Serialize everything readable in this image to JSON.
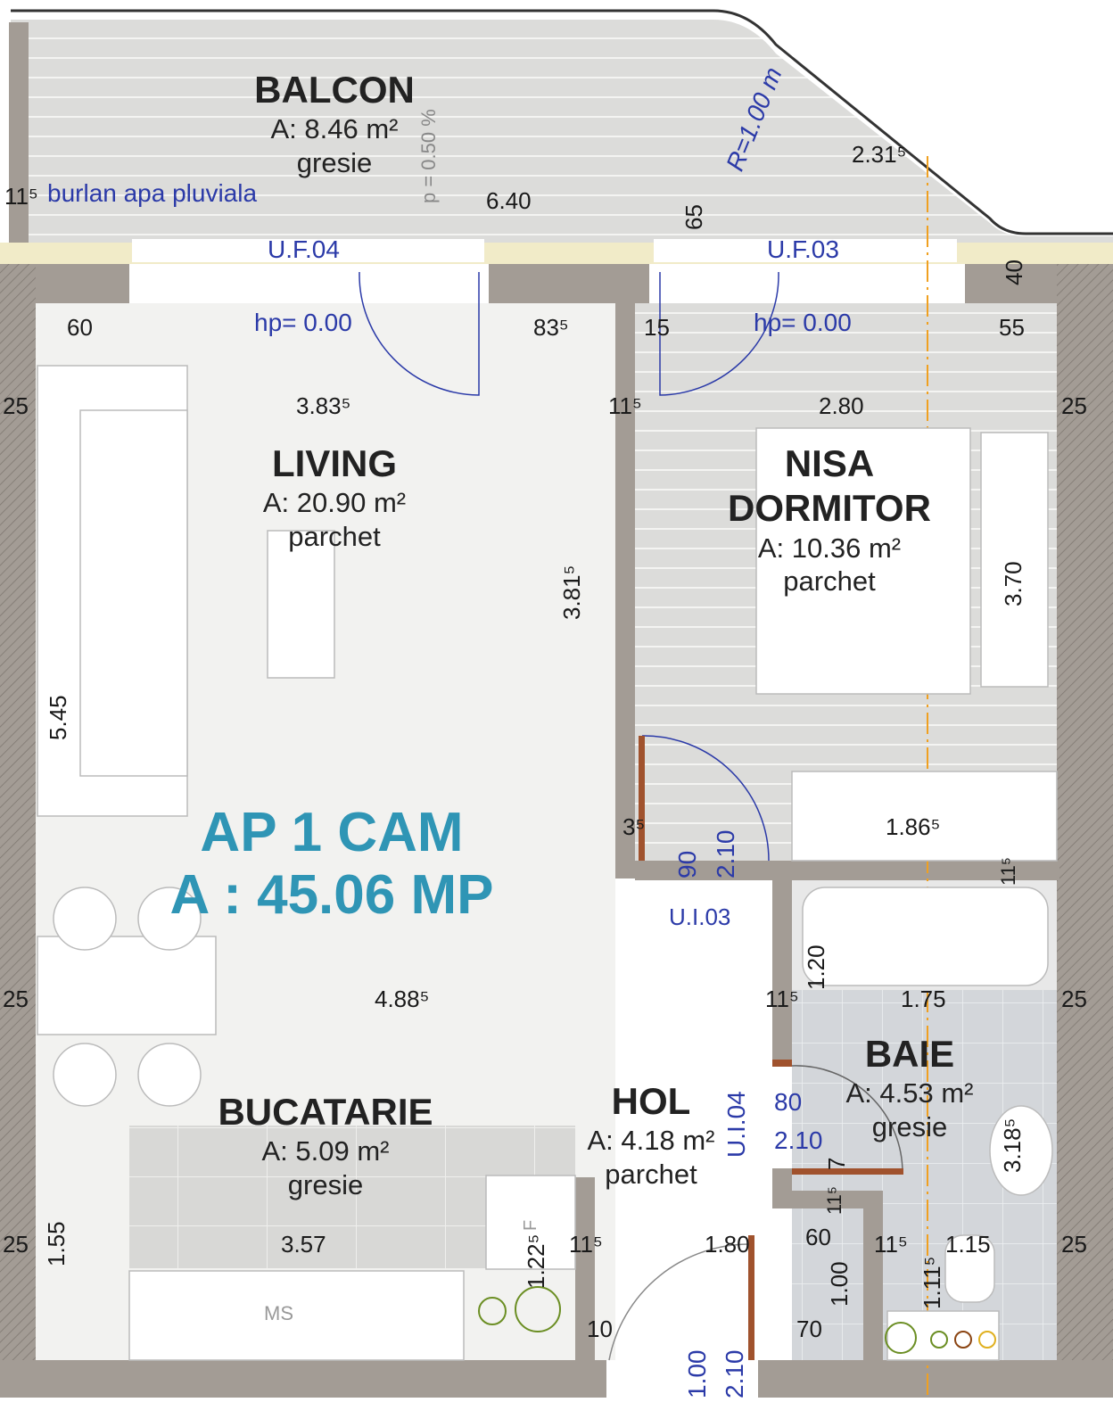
{
  "title": {
    "line1": "AP 1 CAM",
    "line2": "A : 45.06 MP"
  },
  "colors": {
    "wall": "#a39c95",
    "accent": "#2f95b5",
    "label_blue": "#2b3aa8",
    "door": "#a0522d",
    "axis": "#f0a020"
  },
  "rooms": [
    {
      "name": "BALCON",
      "area": "A: 8.46 m²",
      "floor": "gresie"
    },
    {
      "name": "LIVING",
      "area": "A: 20.90 m²",
      "floor": "parchet"
    },
    {
      "name": "NISA DORMITOR",
      "area": "A: 10.36 m²",
      "floor": "parchet"
    },
    {
      "name": "BUCATARIE",
      "area": "A: 5.09 m²",
      "floor": "gresie"
    },
    {
      "name": "HOL",
      "area": "A: 4.18 m²",
      "floor": "parchet"
    },
    {
      "name": "BAIE",
      "area": "A: 4.53 m²",
      "floor": "gresie"
    }
  ],
  "annotations": {
    "drain": "burlan apa pluviala",
    "slope": "p = 0.50 %",
    "radius": "R=1.00 m",
    "window1": "U.F.04",
    "window2": "U.F.03",
    "hp1": "hp= 0.00",
    "hp2": "hp= 0.00",
    "door1_id": "U.I.03",
    "door1_w": "90",
    "door1_h": "2.10",
    "door2_id": "U.I.04",
    "door2_w": "80",
    "door2_h": "2.10",
    "door3_w": "1.00",
    "door3_h": "2.10",
    "microwave": "MS",
    "fridge": "F"
  },
  "dims": [
    "11⁵",
    "6.40",
    "65",
    "2.31⁵",
    "40",
    "60",
    "83⁵",
    "15",
    "55",
    "25",
    "3.83⁵",
    "11⁵",
    "2.80",
    "25",
    "3.81⁵",
    "3.70",
    "5.45",
    "3⁵",
    "1.86⁵",
    "11⁵",
    "1.20",
    "25",
    "4.88⁵",
    "11⁵",
    "1.75",
    "25",
    "3.18⁵",
    "7",
    "11⁵",
    "25",
    "1.55",
    "3.57",
    "1.22⁵",
    "11⁵",
    "1.80",
    "60",
    "11⁵",
    "1.11⁵",
    "1.15",
    "25",
    "1.00",
    "10",
    "70"
  ]
}
